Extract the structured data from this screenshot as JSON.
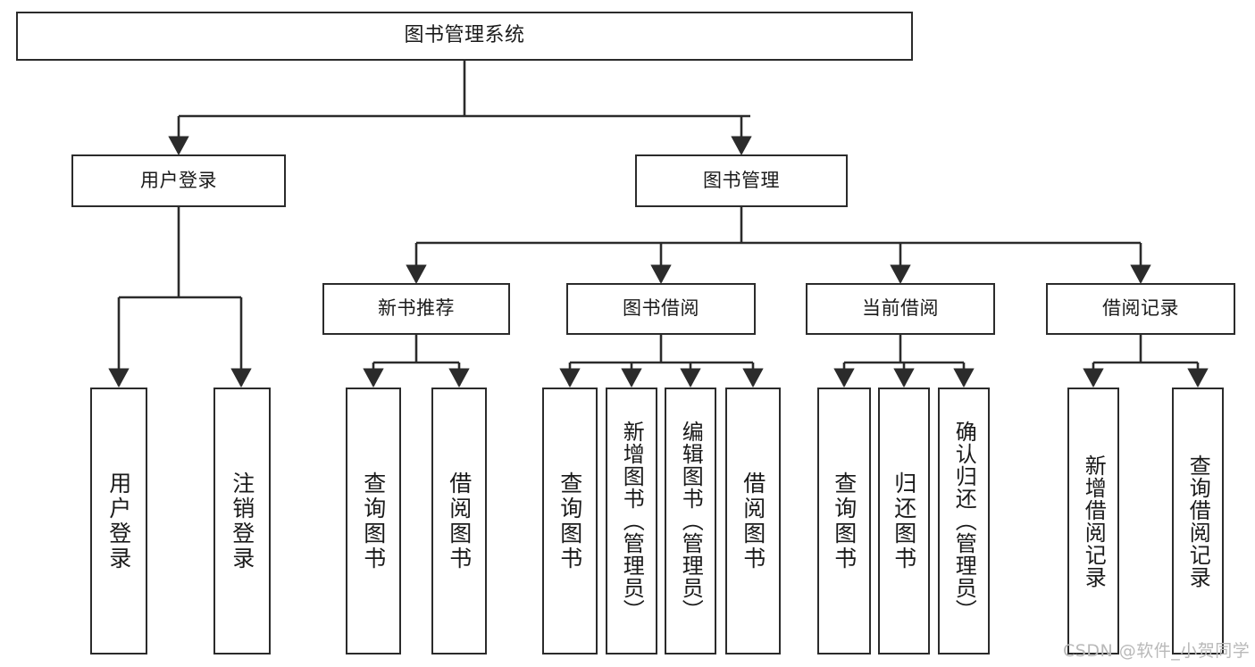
{
  "diagram": {
    "title": "图书管理系统",
    "type": "tree",
    "watermark": "CSDN @软件_小贺同学",
    "colors": {
      "box_border": "#2b2b2b",
      "box_fill": "#ffffff",
      "edge": "#2b2b2b",
      "text": "#1a1a1a",
      "watermark": "#b9b9b9"
    },
    "levels": {
      "root": {
        "label": "图书管理系统"
      },
      "level2": [
        {
          "label": "用户登录"
        },
        {
          "label": "图书管理"
        }
      ],
      "level3": [
        {
          "label": "新书推荐"
        },
        {
          "label": "图书借阅"
        },
        {
          "label": "当前借阅"
        },
        {
          "label": "借阅记录"
        }
      ],
      "leaves": {
        "user_login": [
          {
            "label": "用户登录"
          },
          {
            "label": "注销登录"
          }
        ],
        "new_book_recommend": [
          {
            "label": "查询图书"
          },
          {
            "label": "借阅图书"
          }
        ],
        "book_borrow": [
          {
            "label": "查询图书"
          },
          {
            "label": "新增图书（管理员）"
          },
          {
            "label": "编辑图书（管理员）"
          },
          {
            "label": "借阅图书"
          }
        ],
        "current_borrow": [
          {
            "label": "查询图书"
          },
          {
            "label": "归还图书"
          },
          {
            "label": "确认归还（管理员）"
          }
        ],
        "borrow_record": [
          {
            "label": "新增借阅记录"
          },
          {
            "label": "查询借阅记录"
          }
        ]
      }
    },
    "edges": [
      {
        "from": "图书管理系统",
        "to": "用户登录"
      },
      {
        "from": "图书管理系统",
        "to": "图书管理"
      },
      {
        "from": "用户登录",
        "to": "用户登录"
      },
      {
        "from": "用户登录",
        "to": "注销登录"
      },
      {
        "from": "图书管理",
        "to": "新书推荐"
      },
      {
        "from": "图书管理",
        "to": "图书借阅"
      },
      {
        "from": "图书管理",
        "to": "当前借阅"
      },
      {
        "from": "图书管理",
        "to": "借阅记录"
      },
      {
        "from": "新书推荐",
        "to": "查询图书"
      },
      {
        "from": "新书推荐",
        "to": "借阅图书"
      },
      {
        "from": "图书借阅",
        "to": "查询图书"
      },
      {
        "from": "图书借阅",
        "to": "新增图书（管理员）"
      },
      {
        "from": "图书借阅",
        "to": "编辑图书（管理员）"
      },
      {
        "from": "图书借阅",
        "to": "借阅图书"
      },
      {
        "from": "当前借阅",
        "to": "查询图书"
      },
      {
        "from": "当前借阅",
        "to": "归还图书"
      },
      {
        "from": "当前借阅",
        "to": "确认归还（管理员）"
      },
      {
        "from": "借阅记录",
        "to": "新增借阅记录"
      },
      {
        "from": "借阅记录",
        "to": "查询借阅记录"
      }
    ]
  }
}
